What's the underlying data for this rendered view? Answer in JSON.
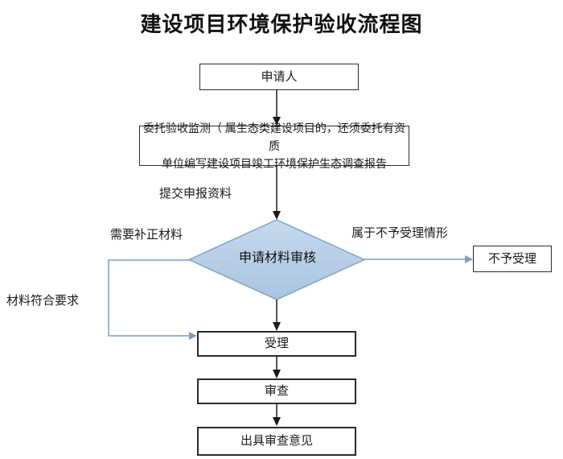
{
  "title": "建设项目环境保护验收流程图",
  "colors": {
    "line_black": "#1a1a1a",
    "line_blue": "#7e9dbd",
    "diamond_fill_top": "#c7d9ec",
    "diamond_fill_bottom": "#a9c5e0",
    "diamond_stroke": "#7fa3c6"
  },
  "nodes": {
    "applicant": "申请人",
    "entrust_line1": "委托验收监测（ 属生态类建设项目的，还须委托有资质",
    "entrust_line2": "单位编写建设项目竣工环境保护生态调查报告",
    "review": "申请材料审核",
    "reject": "不予受理",
    "accept": "受理",
    "examine": "审查",
    "issue": "出具审查意见"
  },
  "edge_labels": {
    "submit": "提交申报资料",
    "need_supplement": "需要补正材料",
    "not_accept_case": "属于不予受理情形",
    "material_ok": "材料符合要求"
  }
}
